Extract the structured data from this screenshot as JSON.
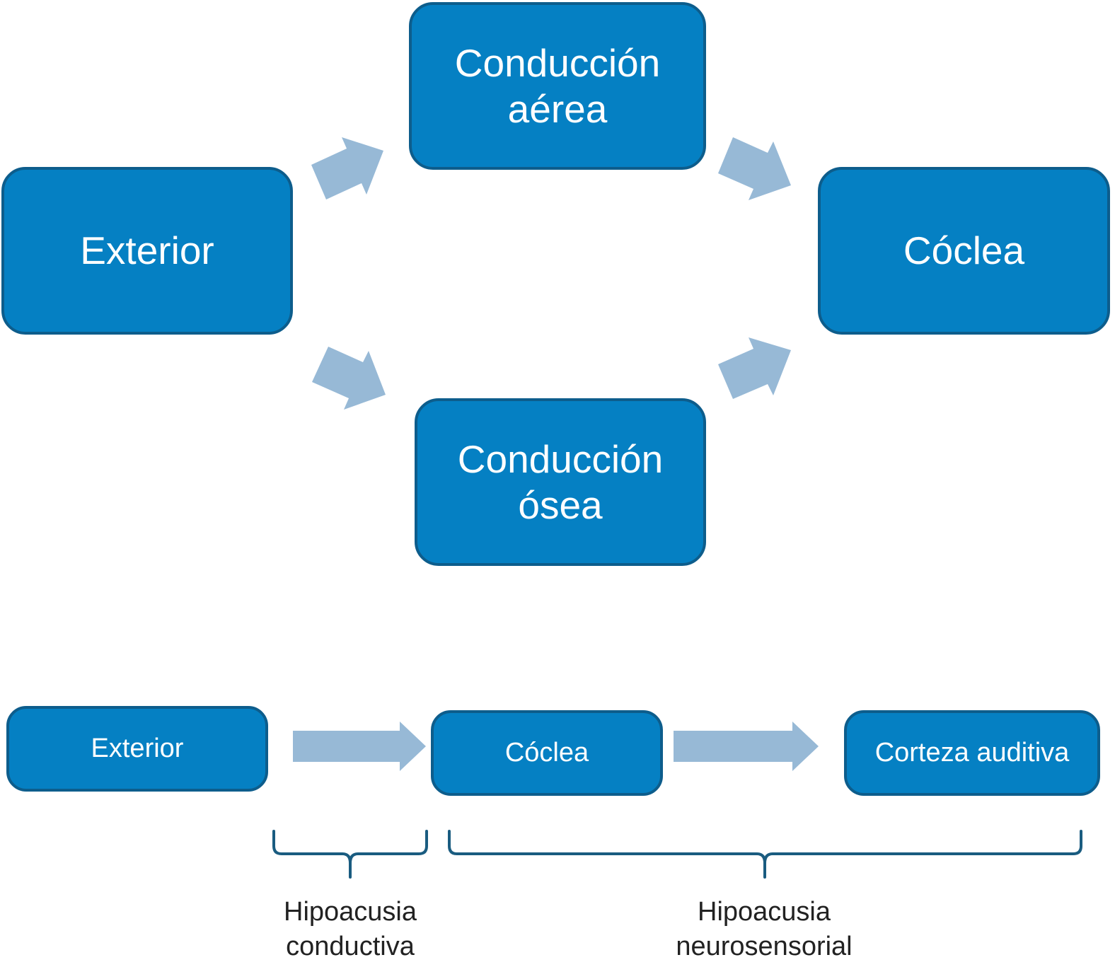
{
  "top_diagram": {
    "exterior": "Exterior",
    "air_conduction": [
      "Conducción",
      "aérea"
    ],
    "bone_conduction": [
      "Conducción",
      "ósea"
    ],
    "cochlea": "Cóclea"
  },
  "bottom_diagram": {
    "exterior": "Exterior",
    "cochlea": "Cóclea",
    "auditory_cortex": "Corteza auditiva"
  },
  "braces": {
    "conductive": [
      "Hipoacusia",
      "conductiva"
    ],
    "sensorineural": [
      "Hipoacusia",
      "neurosensorial"
    ]
  },
  "colors": {
    "box_fill": "#0580c3",
    "box_border": "#0d5d8c",
    "arrow": "#97b9d6",
    "brace": "#1a5c80"
  }
}
